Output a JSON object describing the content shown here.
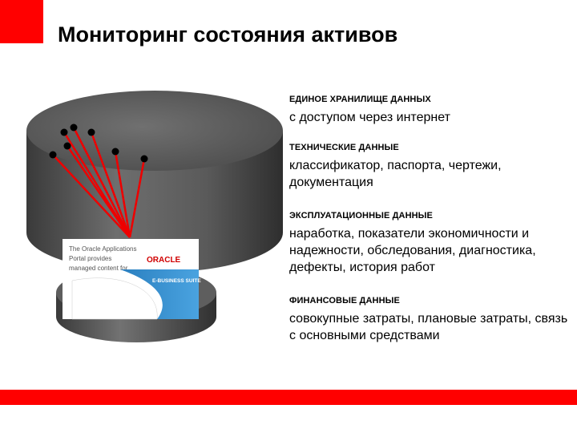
{
  "slide": {
    "title": "Мониторинг состояния активов",
    "accent_color": "#ff0000"
  },
  "illustration": {
    "icon": "database-cylinder",
    "screen_text": [
      "The Oracle Applications",
      "Portal provides",
      "managed content for"
    ],
    "brand_logo": "ORACLE",
    "product_label": "E-BUSINESS SUITE"
  },
  "sections": [
    {
      "heading": "ЕДИНОЕ ХРАНИЛИЩЕ ДАННЫХ",
      "body": "с доступом через интернет"
    },
    {
      "heading": "ТЕХНИЧЕСКИЕ ДАННЫЕ",
      "body": "классификатор, паспорта, чертежи, документация"
    },
    {
      "heading": "ЭКСПЛУАТАЦИОННЫЕ ДАННЫЕ",
      "body": "наработка, показатели экономичности и надежности, обследования, диагностика, дефекты, история работ"
    },
    {
      "heading": "ФИНАНСОВЫЕ ДАННЫЕ",
      "body": "совокупные затраты, плановые затраты, связь с основными средствами"
    }
  ]
}
